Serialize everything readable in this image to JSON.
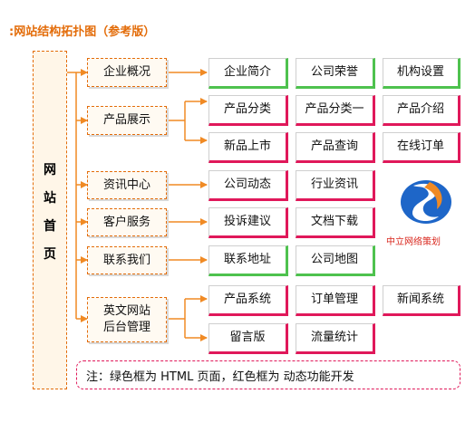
{
  "title": ":网站结构拓扑图（参考版）",
  "home": [
    "网",
    "站",
    "首",
    "页"
  ],
  "categories": {
    "about": "企业概况",
    "products": "产品展示",
    "news": "资讯中心",
    "service": "客户服务",
    "contact": "联系我们",
    "backend_line1": "英文网站",
    "backend_line2": "后台管理"
  },
  "pages": {
    "about": [
      "企业简介",
      "公司荣誉",
      "机构设置"
    ],
    "products_row1": [
      "产品分类",
      "产品分类一",
      "产品介绍"
    ],
    "products_row2": [
      "新品上市",
      "产品查询",
      "在线订单"
    ],
    "news": [
      "公司动态",
      "行业资讯"
    ],
    "service": [
      "投诉建议",
      "文档下载"
    ],
    "contact": [
      "联系地址",
      "公司地图"
    ],
    "backend_row1": [
      "产品系统",
      "订单管理",
      "新闻系统"
    ],
    "backend_row2": [
      "留言版",
      "流量统计"
    ]
  },
  "note": "注：绿色框为 HTML 页面，红色框为 动态功能开发",
  "logo_text": "中立网络策划",
  "colors": {
    "accent": "#e36c09",
    "connector": "#f08a24",
    "html_page_border": "#4ec24e",
    "dynamic_border": "#e0185a"
  }
}
